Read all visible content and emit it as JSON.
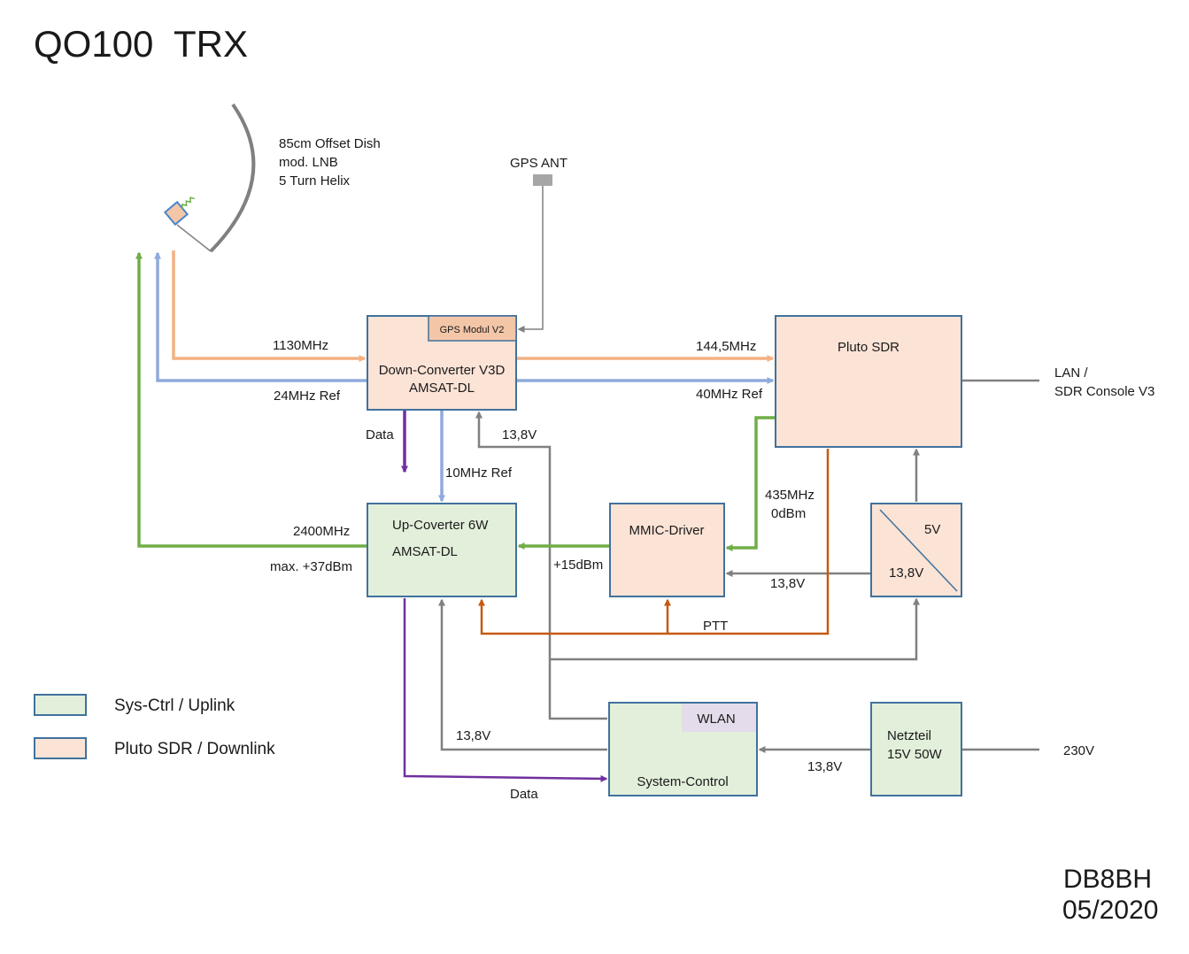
{
  "title": "QO100  TRX",
  "author": "DB8BH",
  "date": "05/2020",
  "colors": {
    "uplink": "#e2efda",
    "downlink": "#fbe3d6",
    "wlan_badge": "#e4dcea",
    "gps_module": "#f4c6a8",
    "border": "#41719c",
    "rf_downlink": "#f4b183",
    "ref_signal": "#8faadc",
    "rf_uplink": "#70ad47",
    "data_line": "#7030a0",
    "ptt_line": "#c55a11",
    "power_line": "#808080"
  },
  "antenna": {
    "line1": "85cm Offset Dish",
    "line2": "mod. LNB",
    "line3": "5 Turn Helix"
  },
  "gps_antenna": "GPS ANT",
  "blocks": {
    "down_converter": {
      "line1": "Down-Converter V3D",
      "line2": "AMSAT-DL",
      "module": "GPS Modul V2"
    },
    "pluto_sdr": {
      "label": "Pluto SDR"
    },
    "up_converter": {
      "line1": "Up-Coverter 6W",
      "line2": "AMSAT-DL"
    },
    "mmic_driver": {
      "label": "MMIC-Driver"
    },
    "regulator": {
      "out": "5V",
      "in": "13,8V"
    },
    "system_control": {
      "label": "System-Control",
      "badge": "WLAN"
    },
    "power_supply": {
      "line1": "Netzteil",
      "line2": "15V 50W"
    }
  },
  "signals": {
    "rx_if": "1130MHz",
    "ref_24": "24MHz Ref",
    "rx_out": "144,5MHz",
    "ref_40": "40MHz Ref",
    "data_top": "Data",
    "ref_10": "10MHz Ref",
    "v_dc": "13,8V",
    "tx_in_1": "435MHz",
    "tx_in_2": "0dBm",
    "tx_out": "2400MHz",
    "tx_power": "max. +37dBm",
    "mmic_power": "+15dBm",
    "v_mmic": "13,8V",
    "ptt": "PTT",
    "v_up": "13,8V",
    "data_bottom": "Data",
    "v_psu": "13,8V",
    "mains": "230V",
    "lan_1": "LAN /",
    "lan_2": "SDR Console V3"
  },
  "legend": [
    {
      "label": "Sys-Ctrl / Uplink",
      "color": "#e2efda"
    },
    {
      "label": "Pluto SDR / Downlink",
      "color": "#fbe3d6"
    }
  ]
}
